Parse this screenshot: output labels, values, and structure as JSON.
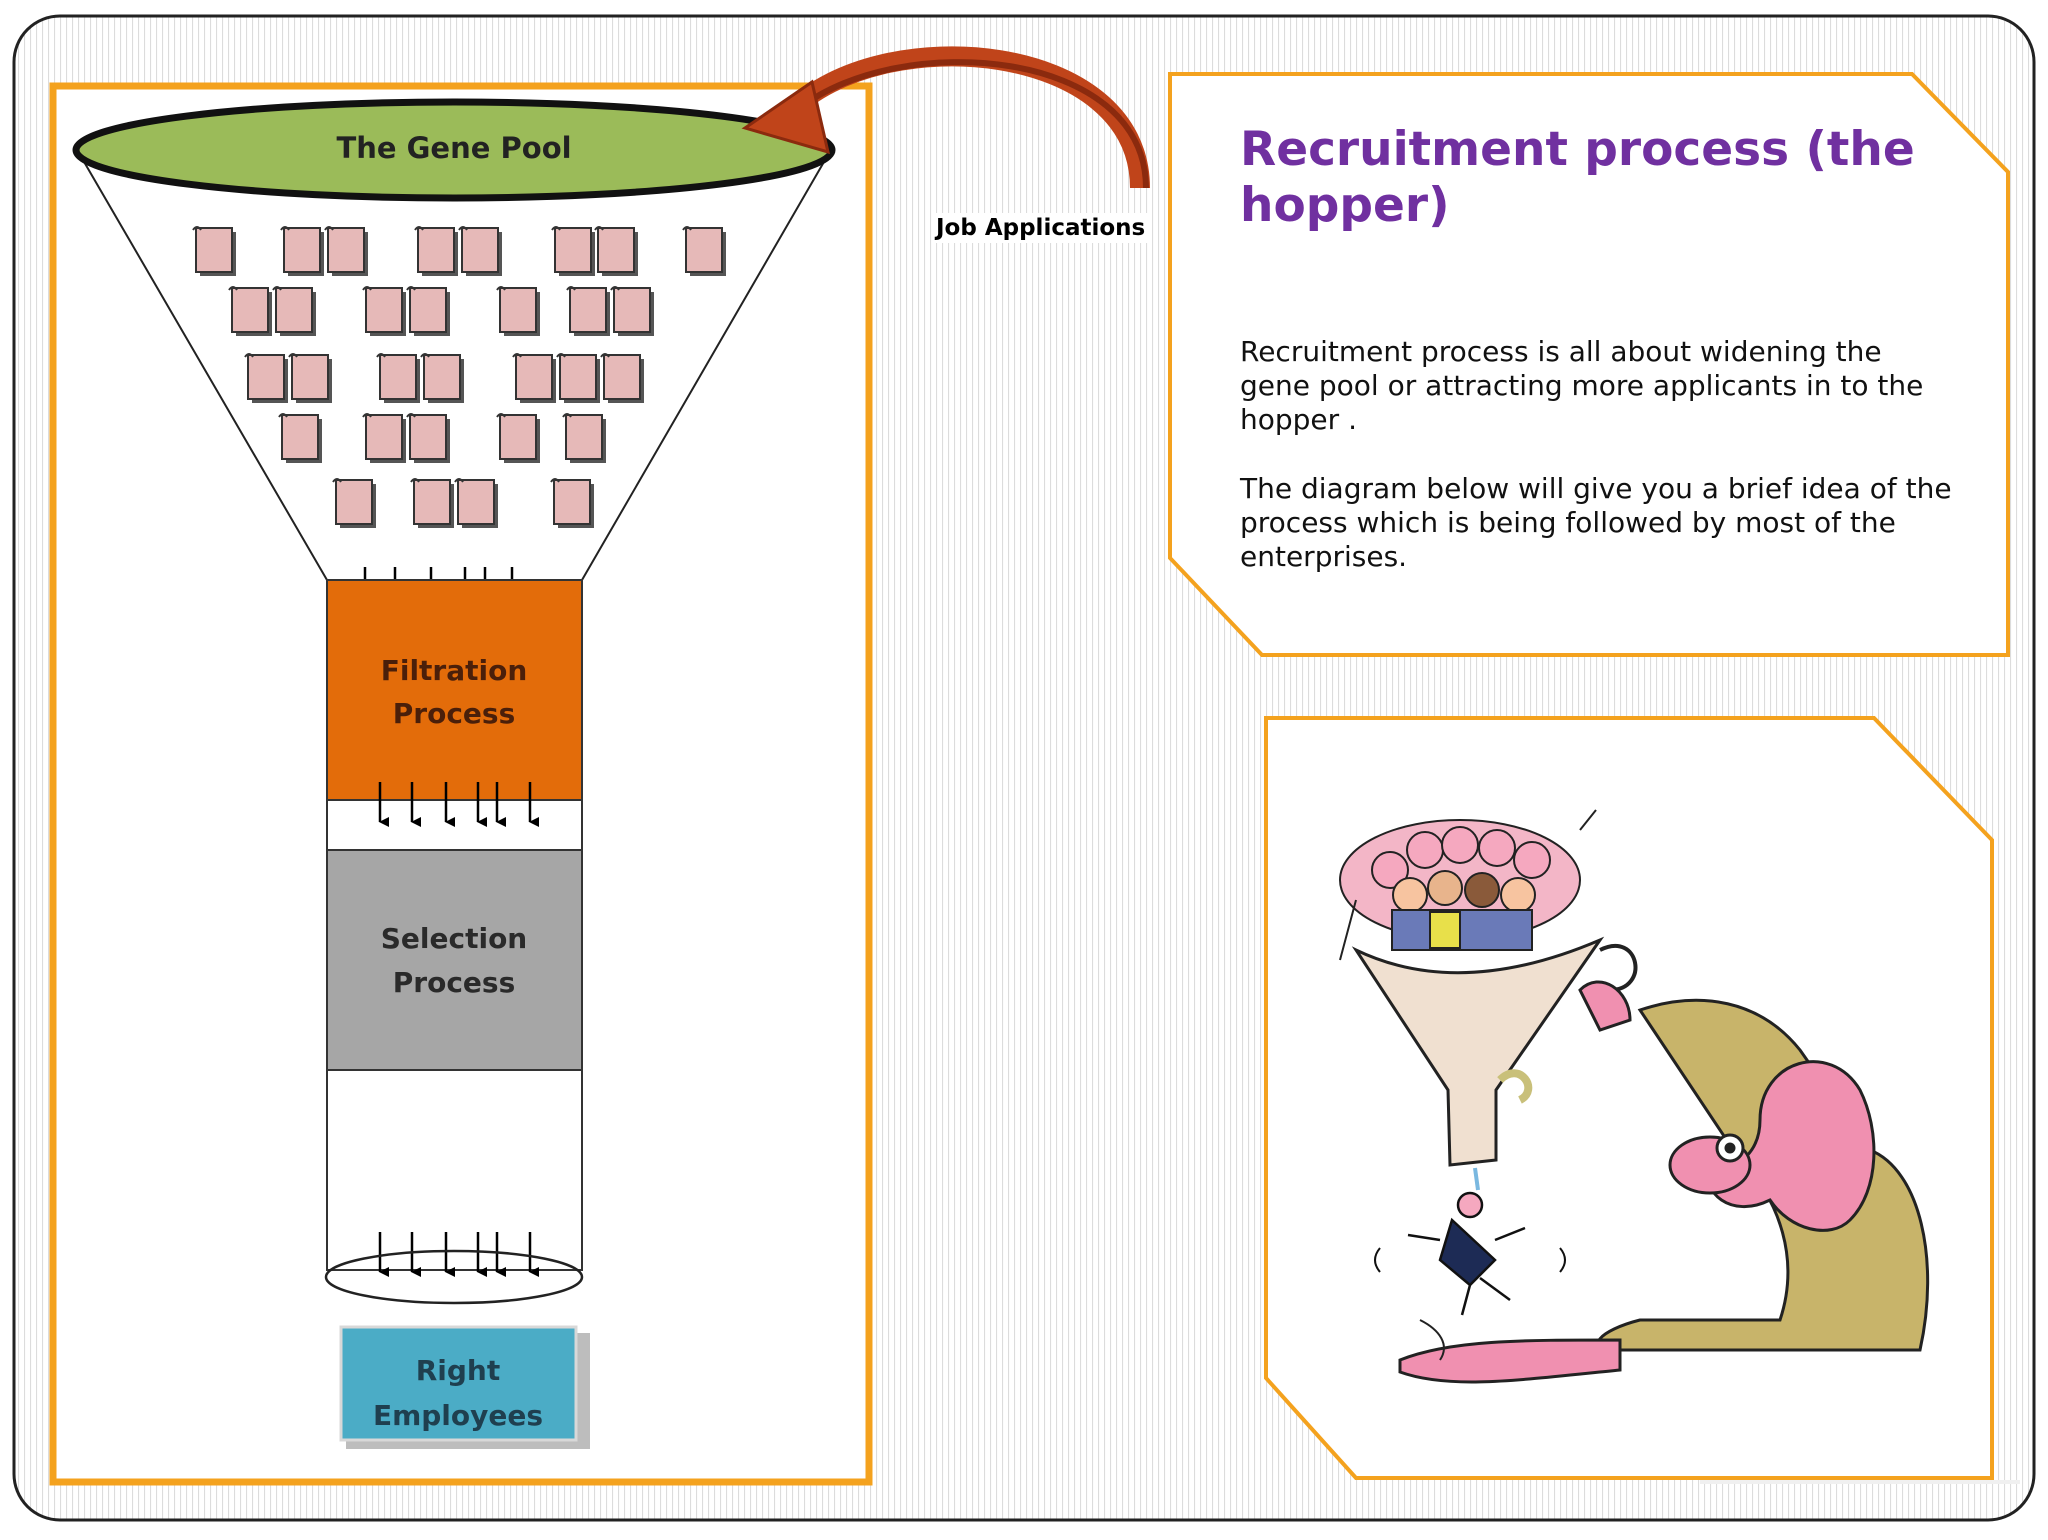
{
  "slide": {
    "title": "Recruitment process (the hopper)",
    "paragraphs": [
      "Recruitment process is all about widening the gene pool or attracting more applicants in to the hopper .",
      "The diagram below will give you a brief idea of the process which is being followed  by most of the enterprises."
    ]
  },
  "diagram": {
    "gene_pool_label": "The Gene Pool",
    "arrow_label": "Job Applications",
    "stages": [
      {
        "line1": "Filtration",
        "line2": "Process",
        "color": "#e36c0a"
      },
      {
        "line1": "Selection",
        "line2": "Process",
        "color": "#a6a6a6"
      }
    ],
    "result": {
      "line1": "Right",
      "line2": "Employees",
      "color": "#4bacc6"
    },
    "gene_pool_color": "#9bbb59",
    "document_color": "#e6b9b8"
  },
  "cartoon": {
    "subject": "man pouring a crowd of people through a funnel"
  },
  "colors": {
    "accent_orange": "#f4a21e",
    "title_purple": "#7030a0",
    "arrow_red": "#c0441a"
  }
}
